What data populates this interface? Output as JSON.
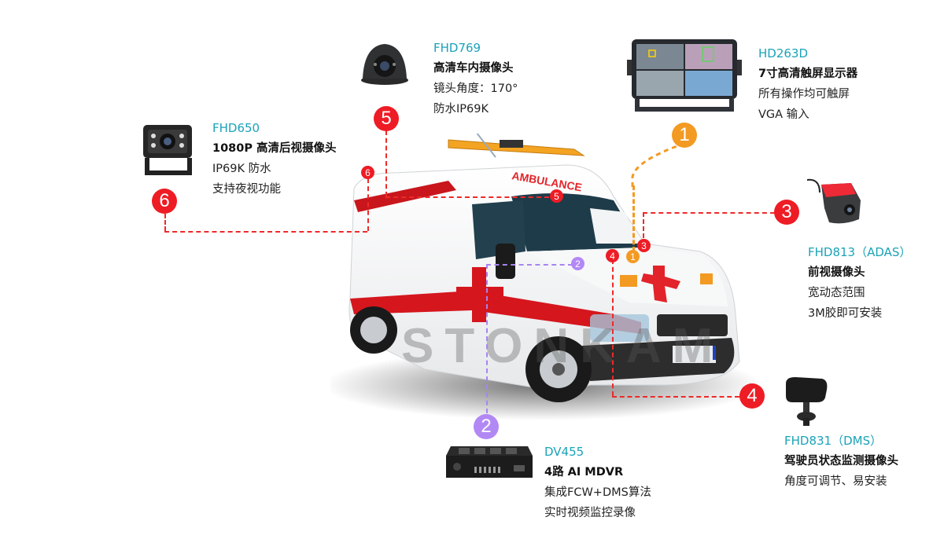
{
  "watermark": "STONKAM",
  "vehicle": {
    "side_text": "AMBULANCE"
  },
  "colors": {
    "model_text": "#1aa3b8",
    "badge_red": "#ee1c25",
    "badge_orange": "#f39a23",
    "badge_purple": "#b288f5"
  },
  "devices": [
    {
      "id": 1,
      "model": "HD263D",
      "title": "7寸高清触屏显示器",
      "lines": [
        "所有操作均可触屏",
        "VGA 输入"
      ],
      "badge_color": "orange",
      "icon": "monitor-icon"
    },
    {
      "id": 2,
      "model": "DV455",
      "title": "4路 AI MDVR",
      "lines": [
        "集成FCW+DMS算法",
        "实时视频监控录像"
      ],
      "badge_color": "purple",
      "icon": "mdvr-icon"
    },
    {
      "id": 3,
      "model": "FHD813（ADAS）",
      "title": "前视摄像头",
      "lines": [
        "宽动态范围",
        "3M胶即可安装"
      ],
      "badge_color": "red",
      "icon": "adas-camera-icon"
    },
    {
      "id": 4,
      "model": "FHD831（DMS）",
      "title": "驾驶员状态监测摄像头",
      "lines": [
        "角度可调节、易安装"
      ],
      "badge_color": "red",
      "icon": "dms-camera-icon"
    },
    {
      "id": 5,
      "model": "FHD769",
      "title": "高清车内摄像头",
      "lines": [
        "镜头角度：170°",
        "防水IP69K"
      ],
      "badge_color": "red",
      "icon": "dome-camera-icon"
    },
    {
      "id": 6,
      "model": "FHD650",
      "title": "1080P 高清后视摄像头",
      "lines": [
        "IP69K 防水",
        "支持夜视功能"
      ],
      "badge_color": "red",
      "icon": "rear-camera-icon"
    }
  ],
  "badges": {
    "b1": "1",
    "b2": "2",
    "b3": "3",
    "b4": "4",
    "b5": "5",
    "b6": "6"
  }
}
